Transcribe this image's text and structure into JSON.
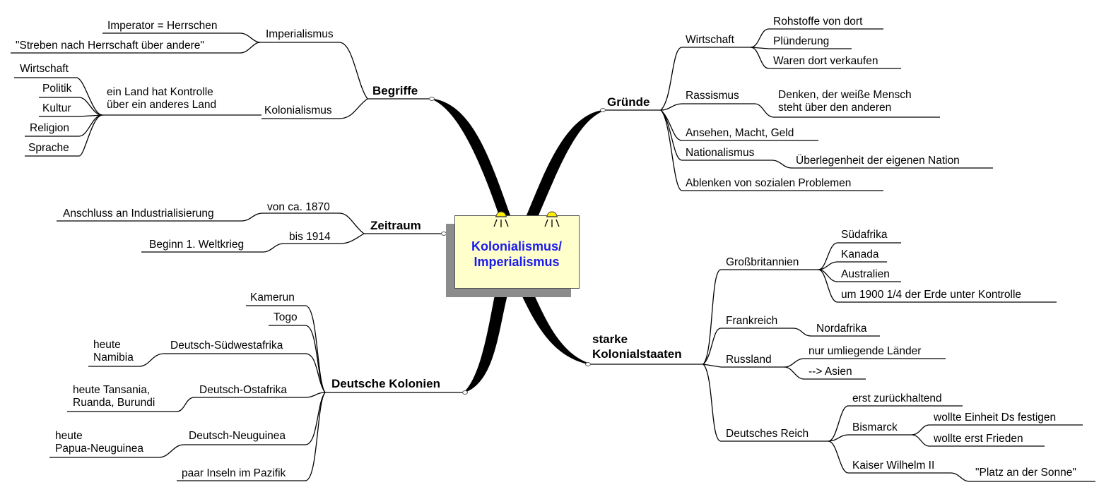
{
  "center": {
    "line1": "Kolonialismus/",
    "line2": "Imperialismus"
  },
  "begriffe": {
    "title": "Begriffe",
    "imperialismus": "Imperialismus",
    "imperator": "Imperator = Herrschen",
    "streben": "\"Streben nach Herrschaft über andere\"",
    "kolonialismus": "Kolonialismus",
    "kontrolle_line1": "ein Land hat Kontrolle",
    "kontrolle_line2": "über ein anderes Land",
    "areas": [
      "Wirtschaft",
      "Politik",
      "Kultur",
      "Religion",
      "Sprache"
    ]
  },
  "zeitraum": {
    "title": "Zeitraum",
    "von": "von ca. 1870",
    "anschluss": "Anschluss an Industrialisierung",
    "bis": "bis 1914",
    "beginn": "Beginn 1. Weltkrieg"
  },
  "kolonien": {
    "title": "Deutsche Kolonien",
    "kamerun": "Kamerun",
    "togo": "Togo",
    "suedwest": "Deutsch-Südwestafrika",
    "suedwest_heute1": "heute",
    "suedwest_heute2": "Namibia",
    "ost": "Deutsch-Ostafrika",
    "ost_heute1": "heute Tansania,",
    "ost_heute2": "Ruanda, Burundi",
    "neuguinea": "Deutsch-Neuguinea",
    "neuguinea_heute1": "heute",
    "neuguinea_heute2": "Papua-Neuguinea",
    "inseln": "paar Inseln im Pazifik"
  },
  "gruende": {
    "title": "Gründe",
    "wirtschaft": "Wirtschaft",
    "rohstoffe": "Rohstoffe von dort",
    "pluenderung": "Plünderung",
    "waren": "Waren dort verkaufen",
    "rassismus": "Rassismus",
    "denken1": "Denken, der weiße Mensch",
    "denken2": "steht über den anderen",
    "ansehen": "Ansehen, Macht, Geld",
    "nationalismus": "Nationalismus",
    "ueberlegenheit": "Überlegenheit der eigenen Nation",
    "ablenken": "Ablenken von sozialen Problemen"
  },
  "staaten": {
    "title1": "starke",
    "title2": "Kolonialstaaten",
    "gb": "Großbritannien",
    "suedafrika": "Südafrika",
    "kanada": "Kanada",
    "australien": "Australien",
    "um1900": "um 1900 1/4 der Erde unter Kontrolle",
    "frankreich": "Frankreich",
    "nordafrika": "Nordafrika",
    "russland": "Russland",
    "umliegende": "nur umliegende Länder",
    "asien": "--> Asien",
    "reich": "Deutsches Reich",
    "erst": "erst zurückhaltend",
    "bismarck": "Bismarck",
    "einheit": "wollte Einheit Ds festigen",
    "frieden": "wollte erst Frieden",
    "kaiser": "Kaiser Wilhelm II",
    "platz": "\"Platz an der Sonne\""
  }
}
